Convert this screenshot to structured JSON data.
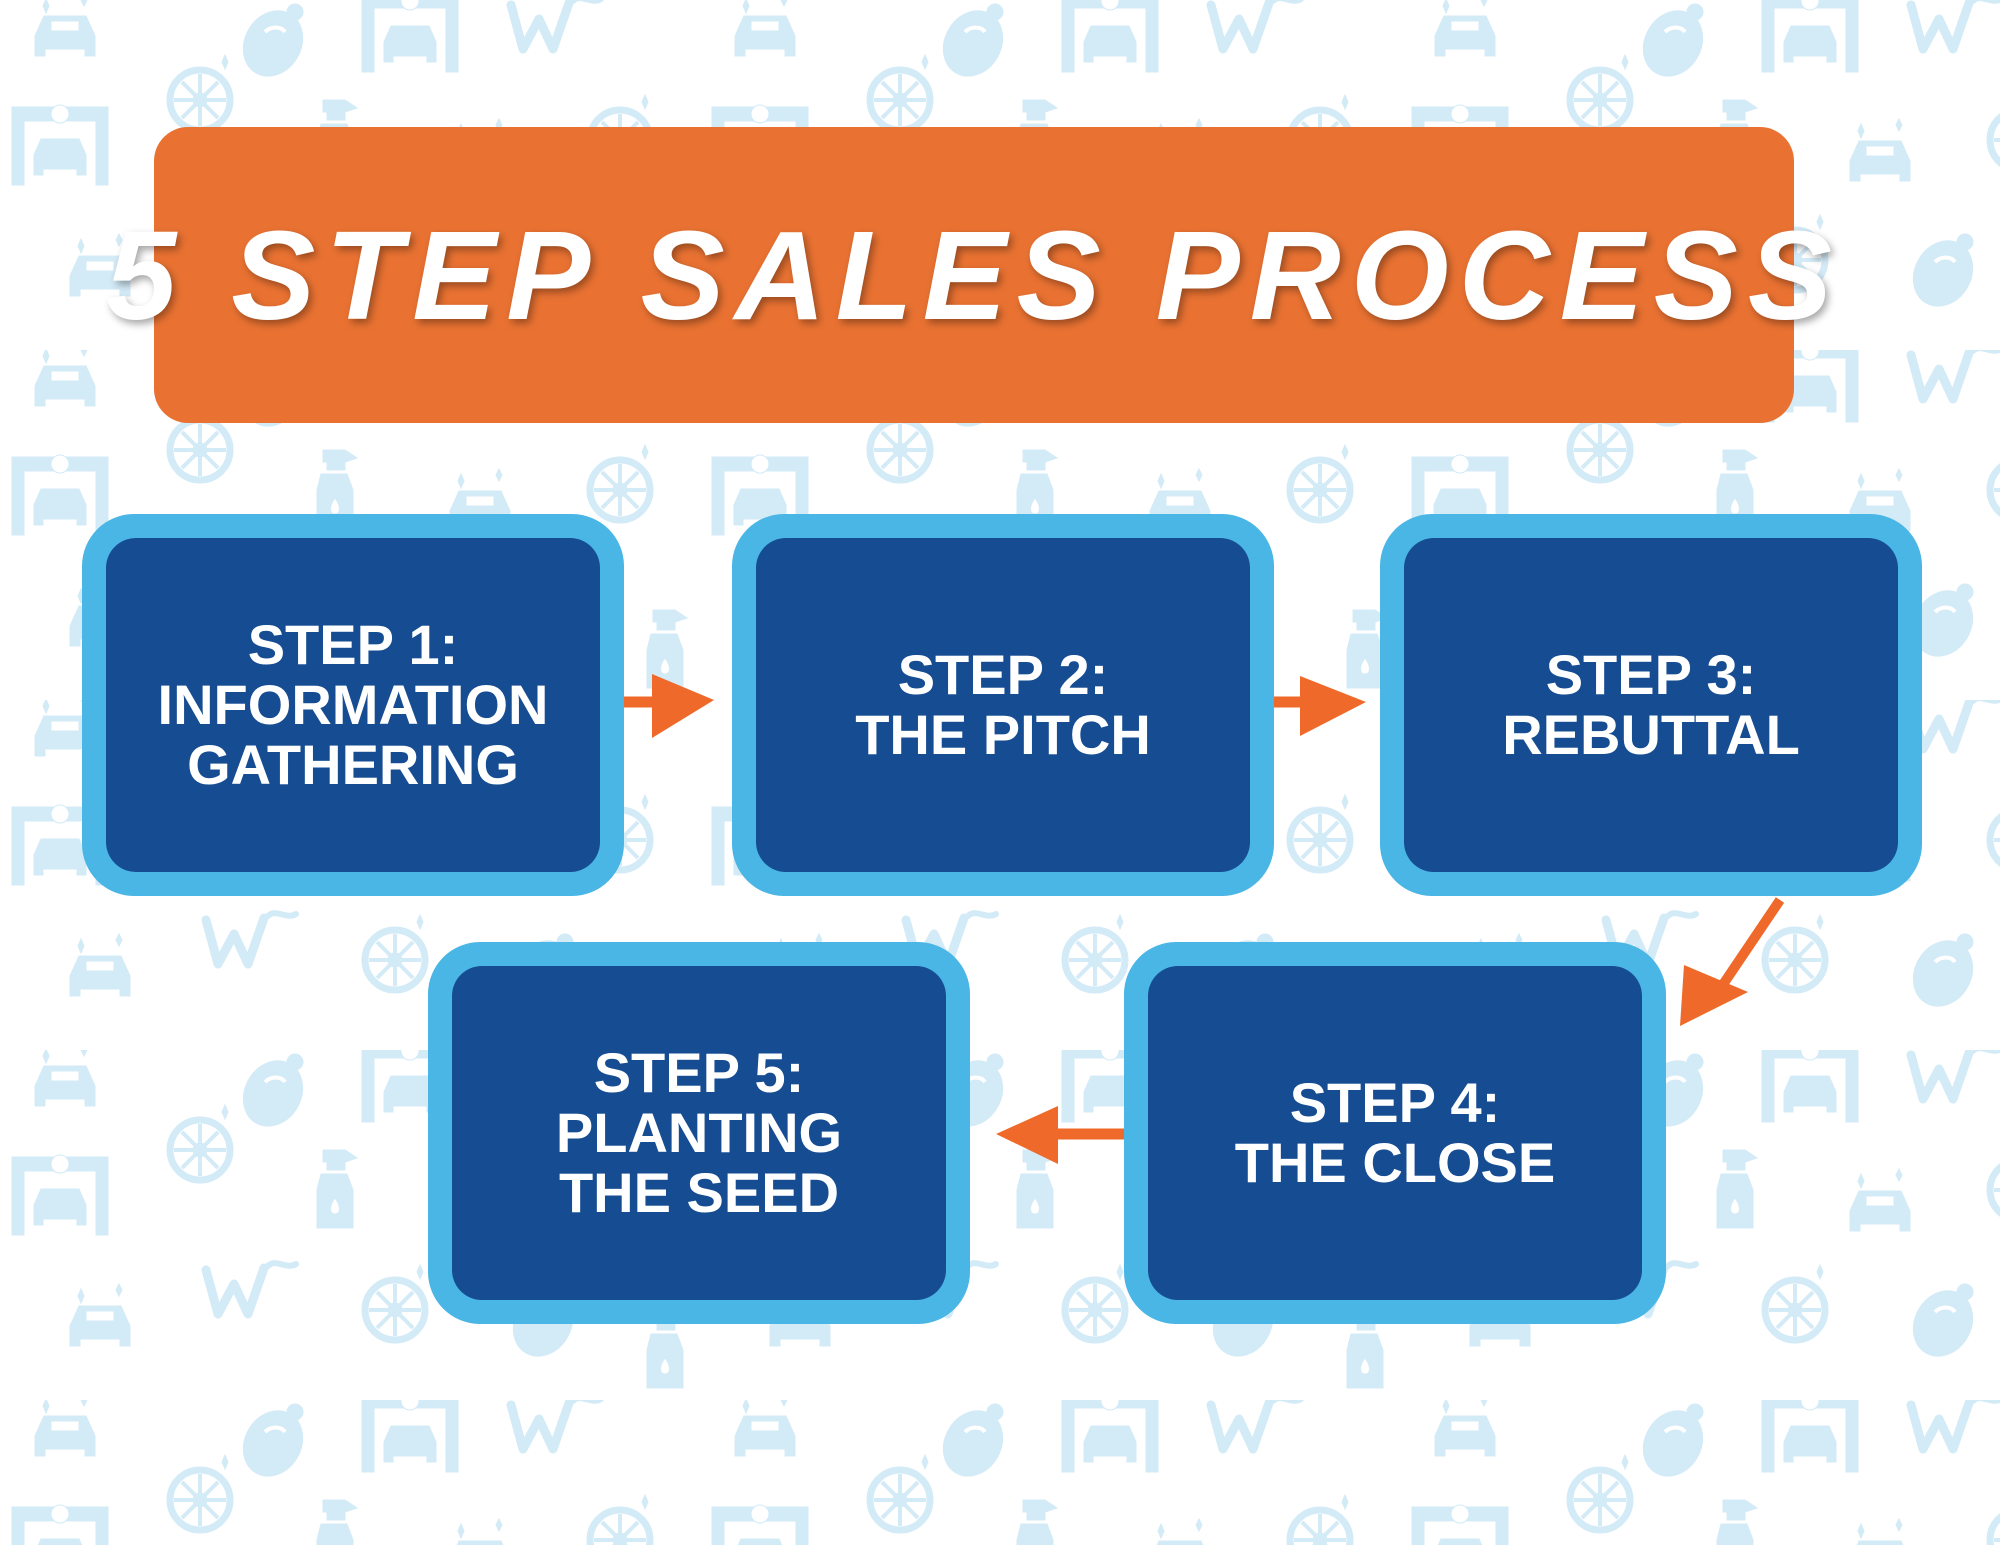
{
  "title": "5 STEP SALES PROCESS",
  "steps": [
    {
      "heading": "STEP 1:",
      "lines": [
        "INFORMATION",
        "GATHERING"
      ]
    },
    {
      "heading": "STEP 2:",
      "lines": [
        "THE PITCH"
      ]
    },
    {
      "heading": "STEP 3:",
      "lines": [
        "REBUTTAL"
      ]
    },
    {
      "heading": "STEP 4:",
      "lines": [
        "THE CLOSE"
      ]
    },
    {
      "heading": "STEP 5:",
      "lines": [
        "PLANTING",
        "THE SEED"
      ]
    }
  ],
  "colors": {
    "banner": "#e97232",
    "box_outer": "#49b6e5",
    "box_inner": "#164c92",
    "arrow": "#ef6a2a",
    "pattern": "#d3eaf7"
  },
  "background_icons": [
    "garage-icon",
    "car-icon",
    "spray-bottle-icon",
    "sponge-icon",
    "wheel-icon",
    "w-logo-icon"
  ]
}
